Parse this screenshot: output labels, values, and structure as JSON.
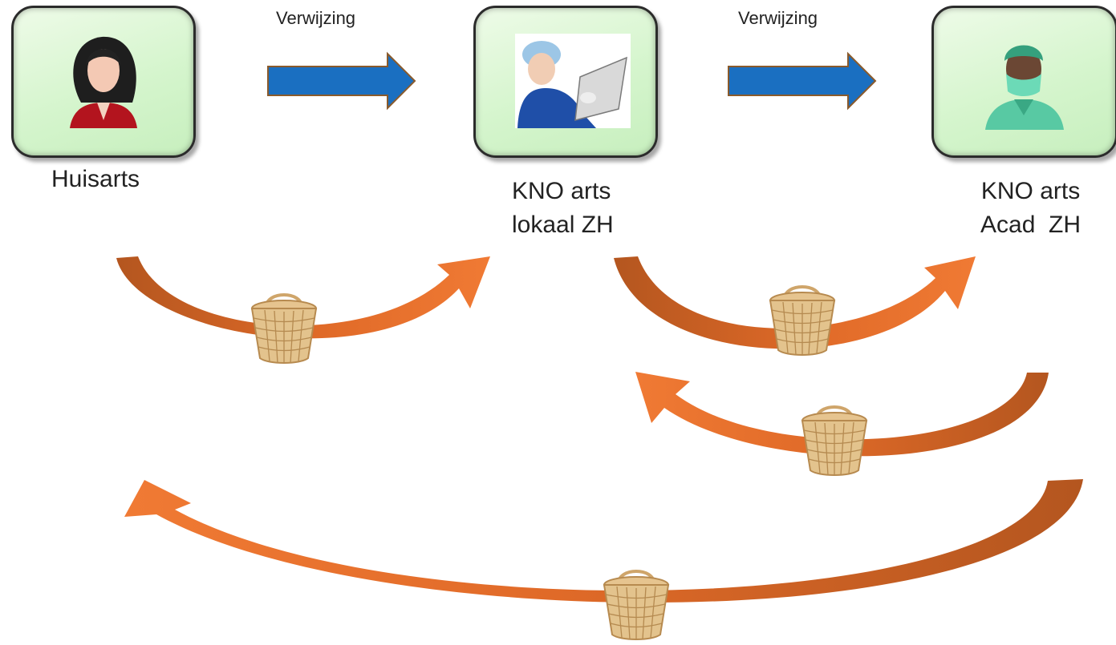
{
  "nodes": [
    {
      "id": "huisarts",
      "label_lines": [
        "Huisarts"
      ],
      "icon": "female-doctor-avatar-icon"
    },
    {
      "id": "lokaal",
      "label_lines": [
        "KNO arts",
        "lokaal ZH"
      ],
      "icon": "nurse-with-clipboard-photo"
    },
    {
      "id": "acad",
      "label_lines": [
        "KNO arts",
        "Acad  ZH"
      ],
      "icon": "surgeon-avatar-icon"
    }
  ],
  "referrals": [
    {
      "from": "huisarts",
      "to": "lokaal",
      "label": "Verwijzing"
    },
    {
      "from": "lokaal",
      "to": "acad",
      "label": "Verwijzing"
    }
  ],
  "transfers": [
    {
      "from": "huisarts",
      "to": "lokaal",
      "icon": "basket-icon"
    },
    {
      "from": "lokaal",
      "to": "acad",
      "icon": "basket-icon"
    },
    {
      "from": "acad",
      "to": "lokaal",
      "icon": "basket-icon"
    },
    {
      "from": "acad",
      "to": "huisarts",
      "icon": "basket-icon"
    }
  ],
  "colors": {
    "node_fill": "#d5f5cd",
    "node_border": "#2b2b2b",
    "referral_arrow": "#1a6fc1",
    "referral_arrow_border": "#8a5a2b",
    "curved_arrow_light": "#e9772f",
    "curved_arrow_dark": "#b4561f",
    "basket": "#d8b37a"
  }
}
